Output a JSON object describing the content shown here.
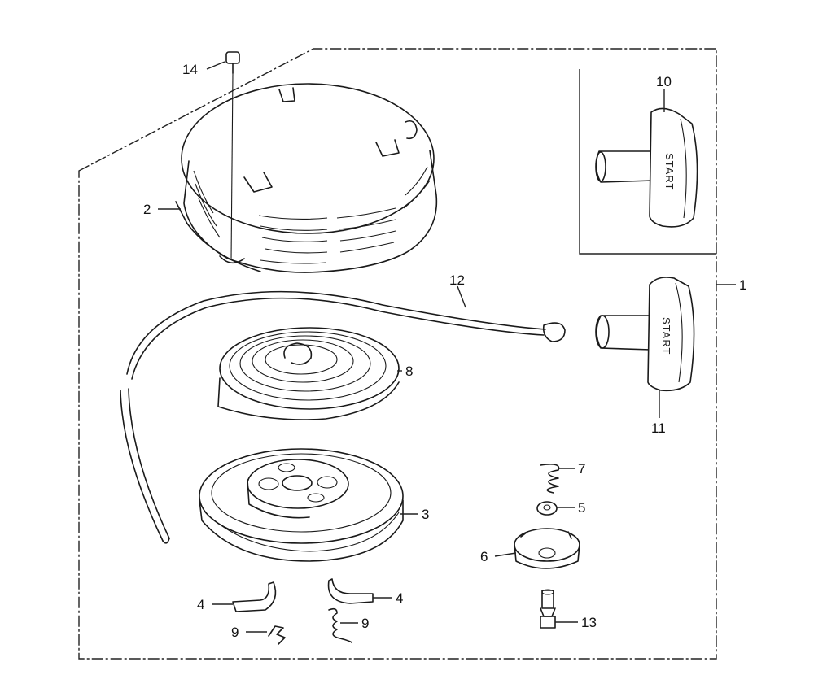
{
  "diagram": {
    "callouts": {
      "c1": "1",
      "c2": "2",
      "c3": "3",
      "c4a": "4",
      "c4b": "4",
      "c5": "5",
      "c6": "6",
      "c7": "7",
      "c8": "8",
      "c9a": "9",
      "c9b": "9",
      "c10": "10",
      "c11": "11",
      "c12": "12",
      "c13": "13",
      "c14": "14"
    },
    "handle_labels": {
      "start_main": "START",
      "start_alt": "START"
    }
  }
}
